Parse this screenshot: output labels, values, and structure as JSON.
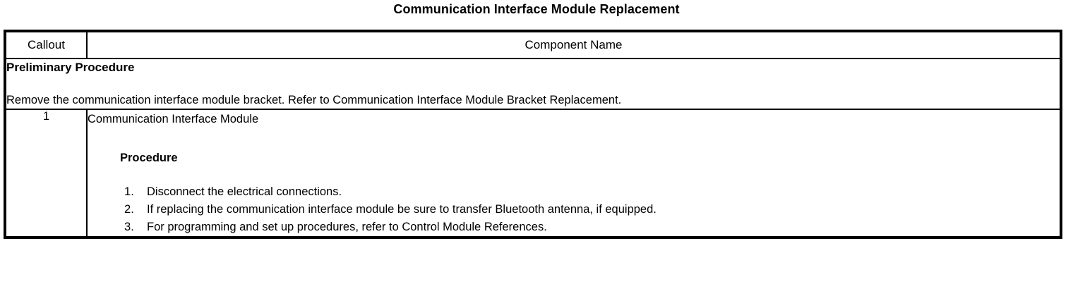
{
  "document": {
    "title": "Communication Interface Module Replacement"
  },
  "table": {
    "headers": {
      "callout": "Callout",
      "component_name": "Component Name"
    },
    "preliminary": {
      "heading": "Preliminary Procedure",
      "body": "Remove the communication interface module bracket. Refer to Communication Interface Module Bracket Replacement."
    },
    "rows": [
      {
        "callout": "1",
        "component_name": "Communication Interface Module",
        "procedure_heading": "Procedure",
        "steps": [
          "Disconnect the electrical connections.",
          "If replacing the communication interface module be sure to transfer Bluetooth antenna, if equipped.",
          "For programming and set up procedures, refer to Control Module References."
        ]
      }
    ]
  }
}
